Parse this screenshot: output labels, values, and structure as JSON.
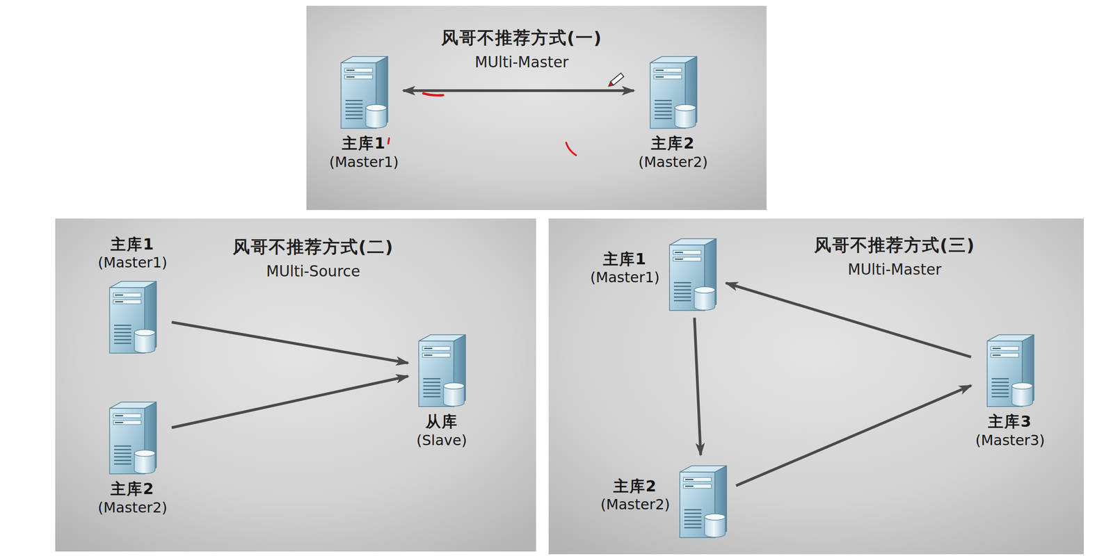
{
  "diagram": {
    "nodes": [
      {
        "text": [
          "风哥不推荐方式(一)",
          "MUlti-Master"
        ]
      },
      {
        "text": [
          "主库1",
          "(Master1)"
        ],
        "in": 0
      },
      {
        "text": [
          "主库2",
          "(Master2)"
        ],
        "in": 0
      },
      {
        "text": [
          "风哥不推荐方式(二)",
          "MUlti-Source"
        ]
      },
      {
        "text": [
          "主库1",
          "(Master1)"
        ],
        "in": 3
      },
      {
        "text": [
          "主库2",
          "(Master2)"
        ],
        "in": 3
      },
      {
        "text": [
          "从库",
          "(Slave)"
        ],
        "in": 3
      },
      {
        "text": [
          "风哥不推荐方式(三)",
          "MUlti-Master"
        ]
      },
      {
        "text": [
          "主库1",
          "(Master1)"
        ],
        "in": 7
      },
      {
        "text": [
          "主库2",
          "(Master2)"
        ],
        "in": 7
      },
      {
        "text": [
          "主库3",
          "(Master3)"
        ],
        "in": 7
      }
    ],
    "edges": [
      {
        "from": 1,
        "to": 2,
        "arrow": "both"
      },
      {
        "from": 4,
        "to": 6,
        "arrow": "to"
      },
      {
        "from": 5,
        "to": 6,
        "arrow": "to"
      },
      {
        "from": 8,
        "to": 9,
        "arrow": "to"
      },
      {
        "from": 9,
        "to": 10,
        "arrow": "to"
      },
      {
        "from": 10,
        "to": 8,
        "arrow": "to"
      }
    ]
  }
}
